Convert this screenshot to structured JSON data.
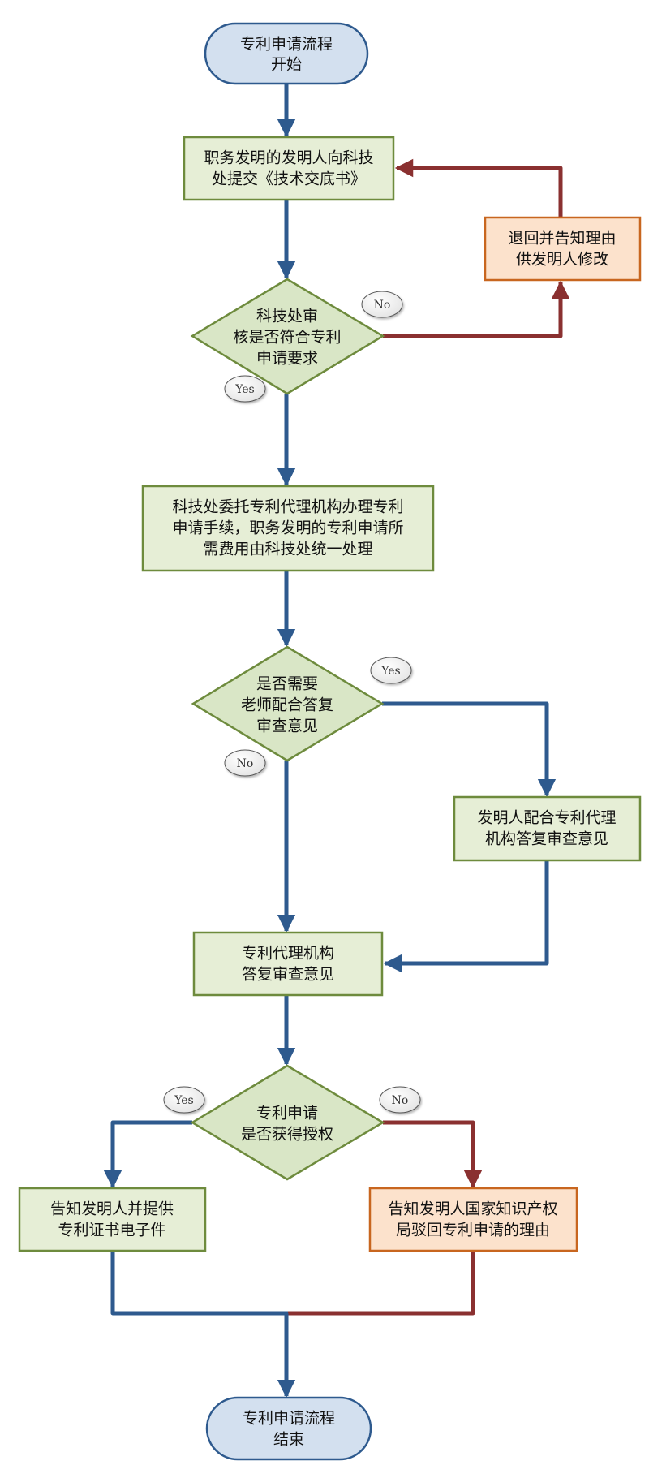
{
  "title": "专利申请流程",
  "colors": {
    "blue_line": "#2e5a8e",
    "red_line": "#8a3030",
    "terminal_fill": "#d3e0ef",
    "terminal_stroke": "#2e5a8e",
    "process_fill": "#e6eed6",
    "process_stroke": "#6e8b3d",
    "alert_fill": "#fce2cc",
    "alert_stroke": "#c8661f",
    "decision_fill": "#d9e6c6",
    "decision_stroke": "#6e8b3d"
  },
  "nodes": {
    "start": {
      "lines": [
        "专利申请流程",
        "开始"
      ]
    },
    "submit": {
      "lines": [
        "职务发明的发明人向科技",
        "处提交《技术交底书》"
      ]
    },
    "return": {
      "lines": [
        "退回并告知理由",
        "供发明人修改"
      ]
    },
    "review": {
      "lines": [
        "科技处审",
        "核是否符合专利",
        "申请要求"
      ]
    },
    "entrust": {
      "lines": [
        "科技处委托专利代理机构办理专利",
        "申请手续，职务发明的专利申请所",
        "需费用由科技处统一处理"
      ]
    },
    "need_teacher": {
      "lines": [
        "是否需要",
        "老师配合答复",
        "审查意见"
      ]
    },
    "inventor_reply": {
      "lines": [
        "发明人配合专利代理",
        "机构答复审查意见"
      ]
    },
    "agency_reply": {
      "lines": [
        "专利代理机构",
        "答复审查意见"
      ]
    },
    "granted": {
      "lines": [
        "专利申请",
        "是否获得授权"
      ]
    },
    "notify_grant": {
      "lines": [
        "告知发明人并提供",
        "专利证书电子件"
      ]
    },
    "notify_reject": {
      "lines": [
        "告知发明人国家知识产权",
        "局驳回专利申请的理由"
      ]
    },
    "end": {
      "lines": [
        "专利申请流程",
        "结束"
      ]
    }
  },
  "labels": {
    "review_no": "No",
    "review_yes": "Yes",
    "need_yes": "Yes",
    "need_no": "No",
    "granted_yes": "Yes",
    "granted_no": "No"
  }
}
